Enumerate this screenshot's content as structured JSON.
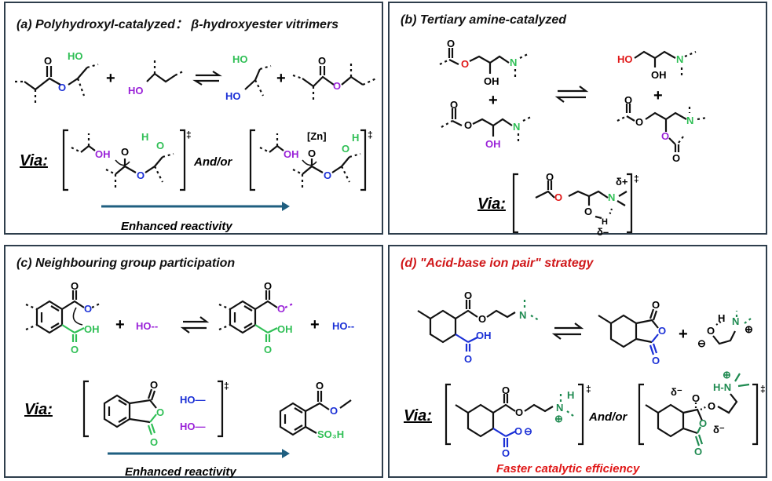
{
  "panels": {
    "a": {
      "title": "(a) Polyhydroxyl-catalyzed： β-hydroxyester vitrimers",
      "labels": {
        "O": "O",
        "Oe": "O",
        "HO": "HO",
        "OH": "OH",
        "H": "H",
        "Zn": "[Zn]",
        "plus": "+",
        "dagger": "‡"
      },
      "via": "Via:",
      "andor": "And/or",
      "caption": "Enhanced reactivity"
    },
    "b": {
      "title": "(b) Tertiary amine-catalyzed",
      "labels": {
        "O": "O",
        "N": "N",
        "OH": "OH",
        "HO": "HO",
        "H": "H",
        "plus": "+",
        "dagger": "‡",
        "dplus": "δ+",
        "dminus": "δ–"
      },
      "via": "Via:"
    },
    "c": {
      "title": "(c) Neighbouring group participation",
      "labels": {
        "O": "O",
        "OH": "OH",
        "HOdash": "HO--",
        "HOline": "HO—",
        "SO3H": "SO₃H",
        "plus": "+",
        "dagger": "‡"
      },
      "via": "Via:",
      "caption": "Enhanced reactivity"
    },
    "d": {
      "title": "(d) \"Acid-base ion pair\" strategy",
      "labels": {
        "O": "O",
        "OH": "OH",
        "N": "N",
        "H": "H",
        "HN": "H-N",
        "pos": "⊕",
        "neg": "⊖",
        "dminus": "δ⁻",
        "plus": "+",
        "dagger": "‡"
      },
      "via": "Via:",
      "andor": "And/or",
      "caption": "Faster catalytic efficiency"
    }
  },
  "colors": {
    "border": "#2e3e4c",
    "arrow": "#1f5f80",
    "blue": "#1a2fd6",
    "purple": "#9a22d8",
    "green": "#2fbf55",
    "darkgreen": "#1e8a50",
    "red": "#e01818"
  }
}
